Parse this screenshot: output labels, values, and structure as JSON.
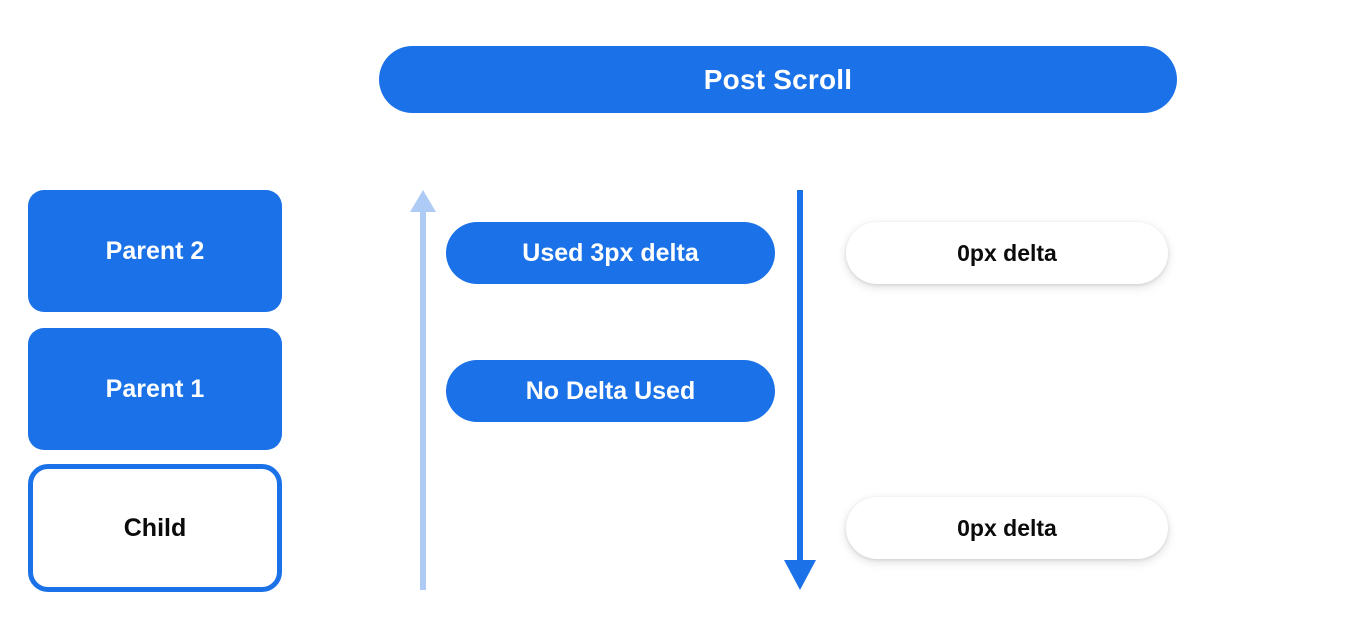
{
  "header": {
    "title": "Post Scroll"
  },
  "left_stack": {
    "items": [
      {
        "label": "Parent 2",
        "style": "filled"
      },
      {
        "label": "Parent 1",
        "style": "filled"
      },
      {
        "label": "Child",
        "style": "outlined"
      }
    ]
  },
  "middle_column": {
    "items": [
      {
        "label": "Used 3px delta"
      },
      {
        "label": "No Delta Used"
      }
    ]
  },
  "right_column": {
    "items": [
      {
        "label": "0px delta"
      },
      {
        "label": "0px delta"
      }
    ]
  },
  "arrows": {
    "up": {
      "name": "arrow-up",
      "direction": "up",
      "color": "#aecbf5"
    },
    "down": {
      "name": "arrow-down",
      "direction": "down",
      "color": "#1b72e8"
    }
  },
  "colors": {
    "primary_blue": "#1b72e8",
    "light_blue": "#aecbf5",
    "text_on_blue": "#ffffff",
    "text_dark": "#0b0b0b",
    "background": "#ffffff"
  }
}
